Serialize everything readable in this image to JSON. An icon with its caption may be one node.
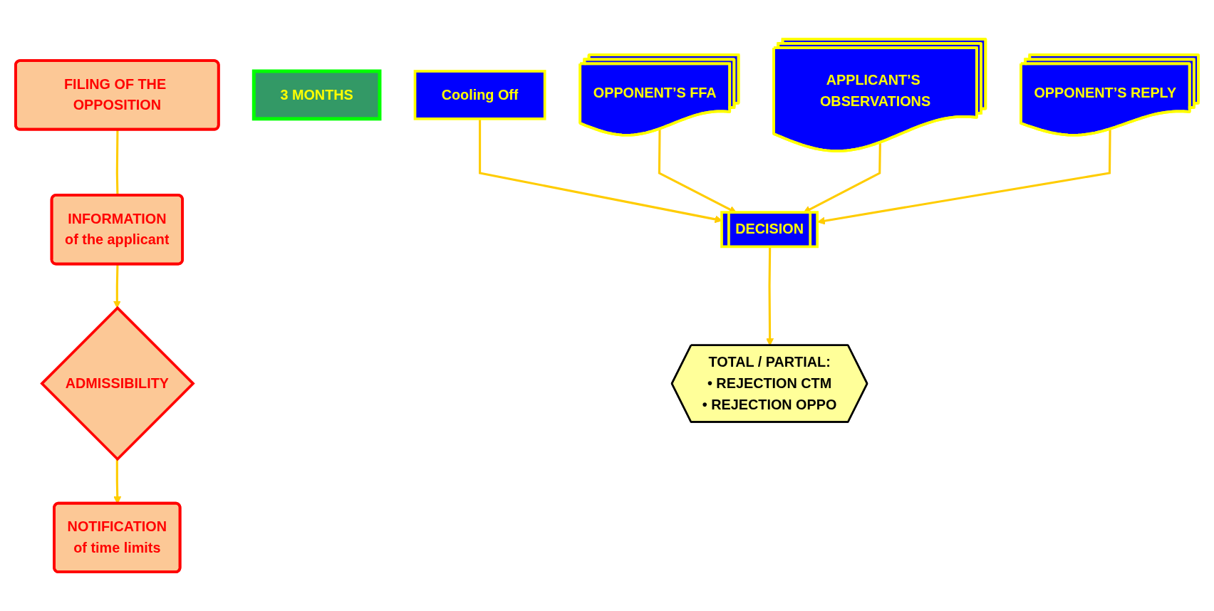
{
  "diagram": {
    "nodes": [
      {
        "text": [
          "FILING OF THE OPPOSITION"
        ]
      },
      {
        "text": [
          "INFORMATION",
          "of the applicant"
        ]
      },
      {
        "text": [
          "ADMISSIBILITY"
        ]
      },
      {
        "text": [
          "3 MONTHS"
        ]
      },
      {
        "text": [
          "APPLICANT’S OBSERVATIONS"
        ]
      },
      {
        "text": [
          "OPPONENT’S FFA"
        ]
      },
      {
        "text": [
          "OPPONENT’S REPLY"
        ]
      },
      {
        "text": [
          "NOTIFICATION",
          "of time limits"
        ]
      },
      {
        "text": [
          "Cooling Off"
        ]
      },
      {
        "text": [
          "DECISION"
        ]
      },
      {
        "text": [
          "TOTAL / PARTIAL:",
          "• REJECTION CTM",
          "• REJECTION OPPO"
        ]
      }
    ],
    "edges": [
      {
        "from": 0,
        "to": 1,
        "arrow": "none"
      },
      {
        "from": 1,
        "to": 2,
        "arrow": "to"
      },
      {
        "from": 2,
        "to": 7,
        "arrow": "to"
      },
      {
        "from": 8,
        "to": 9,
        "arrow": "to"
      },
      {
        "from": 5,
        "to": 9,
        "arrow": "to"
      },
      {
        "from": 4,
        "to": 9,
        "arrow": "to"
      },
      {
        "from": 6,
        "to": 9,
        "arrow": "to"
      },
      {
        "from": 9,
        "to": 10,
        "arrow": "to"
      }
    ]
  }
}
